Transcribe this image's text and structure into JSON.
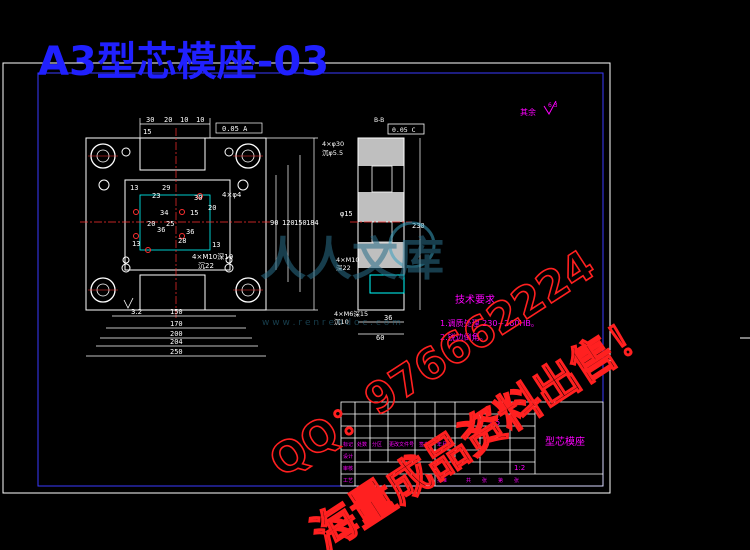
{
  "header": {
    "title": "A3型芯模座-03"
  },
  "front_view": {
    "top_dims": [
      "15",
      "30",
      "20",
      "10",
      "10"
    ],
    "tolerance_frame": "0.05 A",
    "inner_dims": [
      "13",
      "29",
      "23",
      "30",
      "20",
      "34",
      "15",
      "36",
      "13",
      "36",
      "13",
      "20",
      "25",
      "28"
    ],
    "right_dims": [
      "90",
      "120",
      "150",
      "184"
    ],
    "bottom_dims": [
      "150",
      "170",
      "200",
      "204",
      "250"
    ],
    "hole_note_1": "4×M10深19",
    "hole_note_2": "沉22",
    "small_note": "4×φ4",
    "roughness": "3.2"
  },
  "side_view": {
    "label": "B-B",
    "top_note_1": "4×φ30",
    "top_note_2": "沉φ5.5",
    "flatness": "0.05 C",
    "dim_vertical": "230",
    "dim_left": "φ15",
    "note_mid_1": "4×M10",
    "note_mid_2": "深22",
    "bottom_note_1": "4×M6深15",
    "bottom_note_2": "沉10",
    "bottom_dims": [
      "36",
      "60"
    ]
  },
  "surface_note": "其余",
  "surface_value": "6.3",
  "tech_req": {
    "title": "技术要求",
    "lines": [
      "1.调质处理 230~260HB。",
      "2.锐边倒角。"
    ]
  },
  "title_block": {
    "part_name": "型芯模座",
    "material": "45",
    "scale": "1:2",
    "row_labels": [
      "标记",
      "处数",
      "分区",
      "更改文件号",
      "签名",
      "年月日"
    ],
    "sign_labels": [
      "设计",
      "审核",
      "工艺",
      "批准"
    ],
    "footer_labels": [
      "共",
      "张",
      "第",
      "张"
    ]
  },
  "watermark": {
    "qq": "QQ：976662224",
    "sale": "海量成品资料出售！",
    "site_main": "人人文库",
    "site_url": "w w w . r e n r e n d o c . c o m"
  },
  "colors": {
    "background": "#000000",
    "border": "#3a3aff",
    "outline": "#ffffff",
    "dim": "#00ffff",
    "centerline": "#ff3030",
    "accent": "#ff00ff",
    "title": "#2020ff",
    "watermark": "#ff2020"
  }
}
